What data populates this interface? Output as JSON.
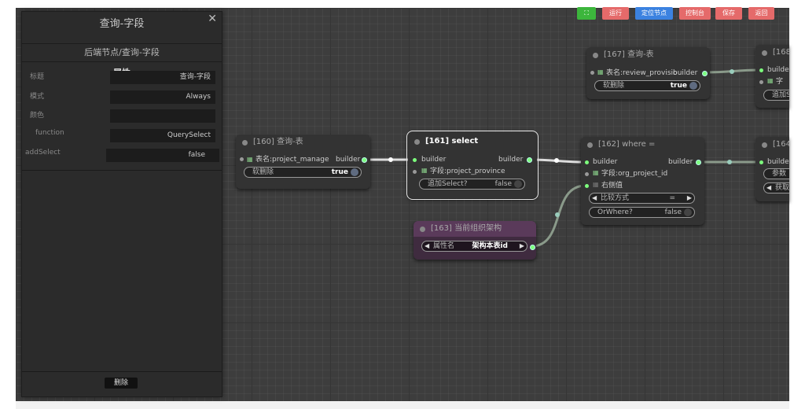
{
  "toolbar": {
    "fullscreen_icon": "⛶",
    "run_label": "运行",
    "locate_label": "定位节点",
    "console_label": "控制台",
    "save_label": "保存",
    "back_label": "返回"
  },
  "panel": {
    "title": "查询-字段",
    "close": "✕",
    "subtitle": "后端节点/查询-字段",
    "section": "属性",
    "fields": [
      {
        "label": "标题",
        "value": "查询-字段"
      },
      {
        "label": "模式",
        "value": "Always"
      },
      {
        "label": "颜色",
        "value": ""
      },
      {
        "label": "function",
        "value": "QuerySelect"
      },
      {
        "label": "addSelect",
        "value": "false"
      }
    ],
    "delete_label": "删除"
  },
  "nodes": {
    "n160": {
      "title": "[160] 查询-表",
      "table": "表名:project_manage",
      "out": "builder",
      "toggle_label": "软删除",
      "toggle_value": "true"
    },
    "n161": {
      "title": "[161] select",
      "in": "builder",
      "out": "builder",
      "field": "字段:project_province",
      "toggle_label": "追加Select?",
      "toggle_value": "false"
    },
    "n162": {
      "title": "[162] where =",
      "in": "builder",
      "out": "builder",
      "field": "字段:org_project_id",
      "right": "右侧值",
      "combo_label": "比较方式",
      "combo_value": "=",
      "toggle_label": "OrWhere?",
      "toggle_value": "false"
    },
    "n163": {
      "title": "[163] 当前组织架构",
      "combo_label": "属性名",
      "combo_value": "架构本表id"
    },
    "n167": {
      "title": "[167] 查询-表",
      "table": "表名:review_provisio",
      "out": "builder",
      "toggle_label": "软删除",
      "toggle_value": "true"
    },
    "n168": {
      "title": "[168",
      "in": "builder",
      "field": "字",
      "extra": "追加S"
    },
    "n164": {
      "title": "[164",
      "in": "builder",
      "param": "参数",
      "get": "获取"
    }
  }
}
